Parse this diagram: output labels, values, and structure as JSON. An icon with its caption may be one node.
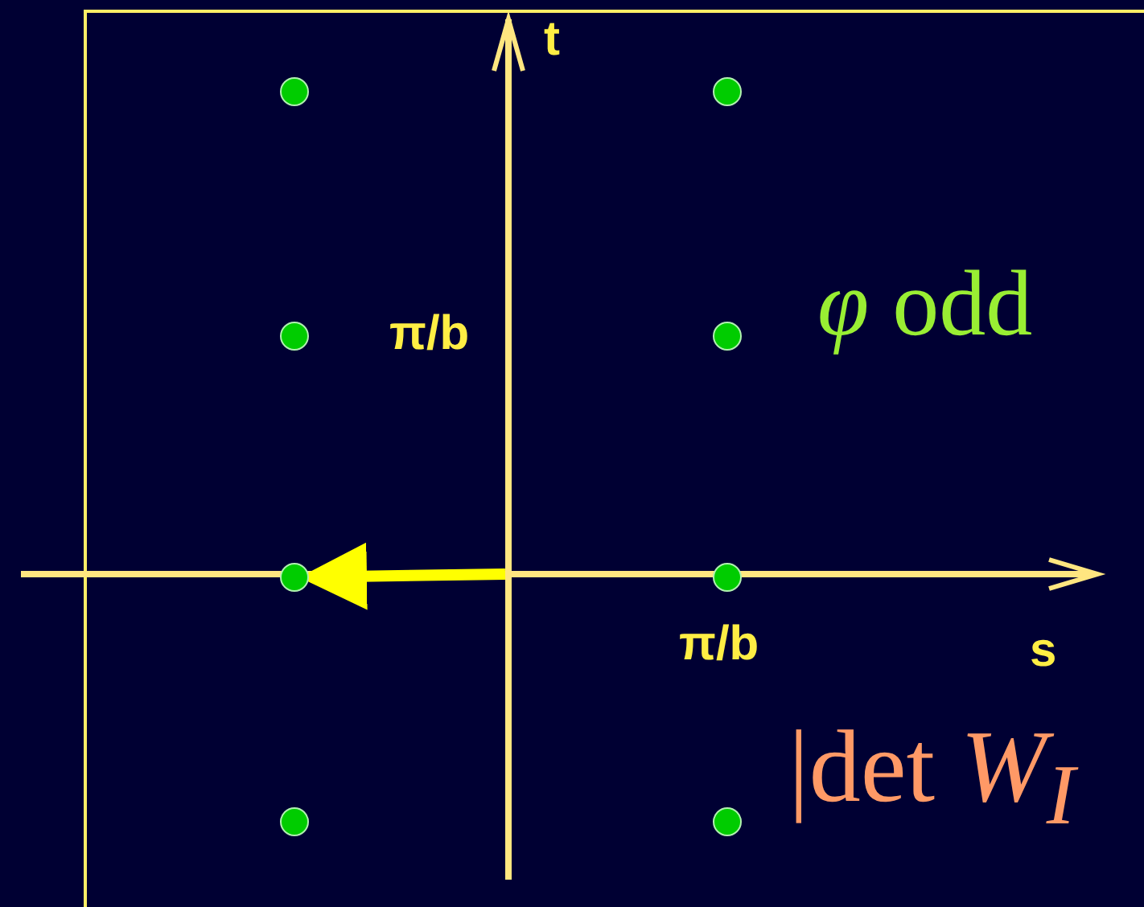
{
  "diagram": {
    "nodes": [
      {
        "text": [],
        "shape": "circle"
      },
      {
        "text": [],
        "shape": "circle"
      },
      {
        "text": [],
        "shape": "circle"
      },
      {
        "text": [],
        "shape": "circle"
      },
      {
        "text": [],
        "shape": "circle"
      },
      {
        "text": [],
        "shape": "circle"
      },
      {
        "text": [],
        "shape": "circle"
      },
      {
        "text": [],
        "shape": "circle"
      }
    ],
    "edges": [
      {
        "from": null,
        "to": 4,
        "arrow": "to"
      }
    ],
    "labels": [
      "t",
      "π/b",
      "*φ* odd",
      "π/b",
      "s",
      "|det *W*$_{I}$"
    ]
  }
}
